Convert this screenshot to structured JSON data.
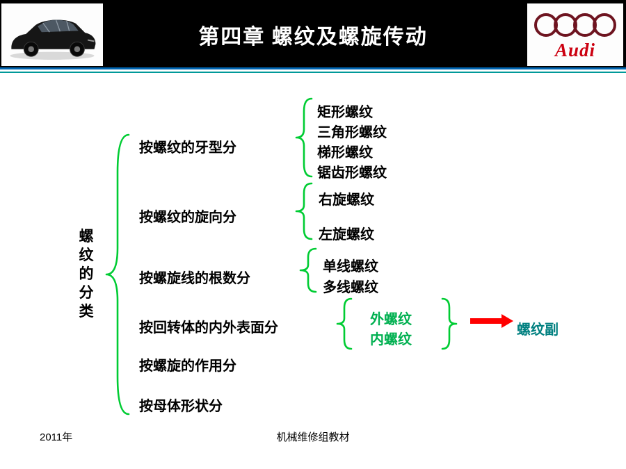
{
  "header": {
    "title": "第四章 螺纹及螺旋传动",
    "logo": {
      "brand": "Audi"
    }
  },
  "diagram": {
    "root_label": "螺纹的分类",
    "categories": [
      {
        "label": "按螺纹的牙型分",
        "children": [
          "矩形螺纹",
          "三角形螺纹",
          "梯形螺纹",
          "锯齿形螺纹"
        ]
      },
      {
        "label": "按螺纹的旋向分",
        "children": [
          "右旋螺纹",
          "左旋螺纹"
        ]
      },
      {
        "label": "按螺旋线的根数分",
        "children": [
          "单线螺纹",
          "多线螺纹"
        ]
      },
      {
        "label": "按回转体的内外表面分",
        "children": [
          "外螺纹",
          "内螺纹"
        ],
        "result": "螺纹副"
      },
      {
        "label": "按螺旋的作用分",
        "children": []
      },
      {
        "label": "按母体形状分",
        "children": []
      }
    ],
    "colors": {
      "brace": "#00cc33",
      "highlight": "#00b050",
      "result": "#008080",
      "arrow": "#ff0000"
    }
  },
  "footer": {
    "year": "2011年",
    "material": "机械维修组教材"
  }
}
